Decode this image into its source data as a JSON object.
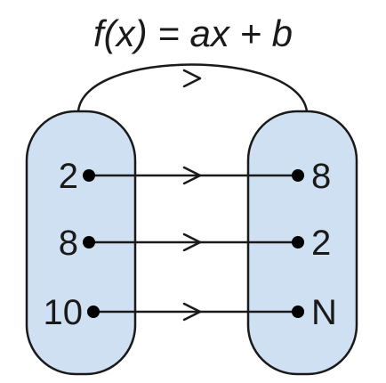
{
  "title": "f(x) = ax + b",
  "domain_set": [
    "2",
    "8",
    "10"
  ],
  "codomain_set": [
    "8",
    "2",
    "N"
  ],
  "colors": {
    "set_fill": "#cfe0f3",
    "stroke": "#1a1a1a"
  }
}
